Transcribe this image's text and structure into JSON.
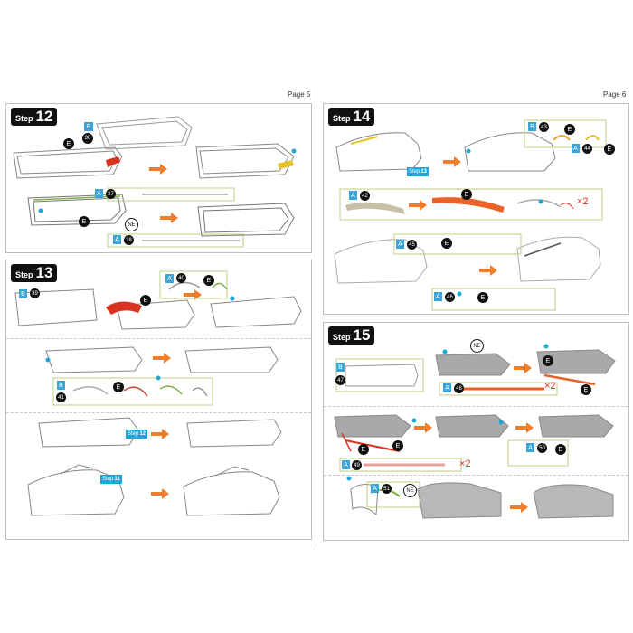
{
  "pages": {
    "left": {
      "label": "Page 5"
    },
    "right": {
      "label": "Page 6"
    }
  },
  "steps": {
    "s12": {
      "word": "Step",
      "num": "12"
    },
    "s13": {
      "word": "Step",
      "num": "13"
    },
    "s14": {
      "word": "Step",
      "num": "14"
    },
    "s15": {
      "word": "Step",
      "num": "15"
    }
  },
  "labels": {
    "E": "E",
    "NE": "NE",
    "A": "A",
    "B": "B",
    "p12_b": "30",
    "p12_a1": "37",
    "p12_a2": "38",
    "p13_b1": "39",
    "p13_a1": "40",
    "p13_b2": "41",
    "p13_ref1": "12",
    "p13_ref2": "11",
    "p14_b": "43",
    "p14_a1": "44",
    "p14_ref": "13",
    "p14_a2": "42",
    "p14_a3": "45",
    "p14_a4": "46",
    "p15_b": "47",
    "p15_a1": "48",
    "p15_a2": "49",
    "p15_a3": "50",
    "p15_a4": "51",
    "ref_prefix": "Step",
    "x2": "×2"
  },
  "colors": {
    "arrow": "#f07d2a",
    "accent_cyan": "#1ca7d8",
    "badge": "#111111",
    "part_red": "#d9321f",
    "part_orange": "#e8622a",
    "grey_hull": "#a9a9a9"
  }
}
